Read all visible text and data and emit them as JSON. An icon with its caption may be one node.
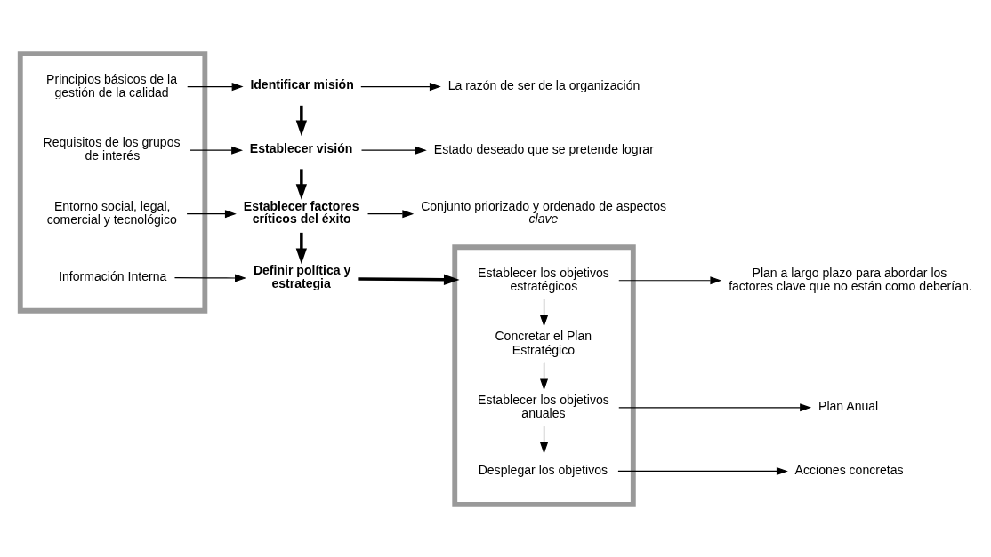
{
  "diagram": {
    "nodes": [
      {
        "text": [],
        "shape": "box"
      },
      {
        "text": [
          "Principios básicos de la gestión de la calidad"
        ],
        "in": 0
      },
      {
        "text": [
          "Requisitos de los grupos de interés"
        ],
        "in": 0
      },
      {
        "text": [
          "Entorno social, legal, comercial y tecnológico"
        ],
        "in": 0
      },
      {
        "text": [
          "Información Interna"
        ],
        "in": 0
      },
      {
        "text": [
          "Identificar misión"
        ]
      },
      {
        "text": [
          "Establecer visión"
        ]
      },
      {
        "text": [
          "Establecer factores críticos del éxito"
        ]
      },
      {
        "text": [
          "Definir política y estrategia"
        ]
      },
      {
        "text": [],
        "shape": "box"
      },
      {
        "text": [
          "Establecer los objetivos estratégicos"
        ],
        "in": 9
      },
      {
        "text": [
          "Concretar el Plan Estratégico"
        ],
        "in": 9
      },
      {
        "text": [
          "Establecer los objetivos anuales"
        ],
        "in": 9
      },
      {
        "text": [
          "Desplegar los objetivos"
        ],
        "in": 9
      },
      {
        "text": [
          "La razón de ser de la organización"
        ]
      },
      {
        "text": [
          "Estado deseado que se pretende lograr"
        ]
      },
      {
        "text": [
          "Conjunto priorizado y ordenado de aspectos *clave*"
        ]
      },
      {
        "text": [
          "Plan a largo plazo para abordar los factores clave que no están como deberían."
        ]
      },
      {
        "text": [
          "Plan Anual"
        ]
      },
      {
        "text": [
          "Acciones concretas"
        ]
      }
    ],
    "edges": [
      {
        "from": 1,
        "to": 5,
        "arrow": "to"
      },
      {
        "from": 2,
        "to": 6,
        "arrow": "to"
      },
      {
        "from": 3,
        "to": 7,
        "arrow": "to"
      },
      {
        "from": 4,
        "to": 8,
        "arrow": "to"
      },
      {
        "from": 5,
        "to": 6,
        "arrow": "to",
        "style": "thick"
      },
      {
        "from": 6,
        "to": 7,
        "arrow": "to",
        "style": "thick"
      },
      {
        "from": 7,
        "to": 8,
        "arrow": "to",
        "style": "thick"
      },
      {
        "from": 8,
        "to": 9,
        "arrow": "to",
        "style": "thick"
      },
      {
        "from": 10,
        "to": 11,
        "arrow": "to"
      },
      {
        "from": 11,
        "to": 12,
        "arrow": "to"
      },
      {
        "from": 12,
        "to": 13,
        "arrow": "to"
      },
      {
        "from": 5,
        "to": 14,
        "arrow": "to"
      },
      {
        "from": 6,
        "to": 15,
        "arrow": "to"
      },
      {
        "from": 7,
        "to": 16,
        "arrow": "to"
      },
      {
        "from": 10,
        "to": 17,
        "arrow": "to"
      },
      {
        "from": 12,
        "to": 18,
        "arrow": "to"
      },
      {
        "from": 13,
        "to": 19,
        "arrow": "to"
      }
    ]
  }
}
